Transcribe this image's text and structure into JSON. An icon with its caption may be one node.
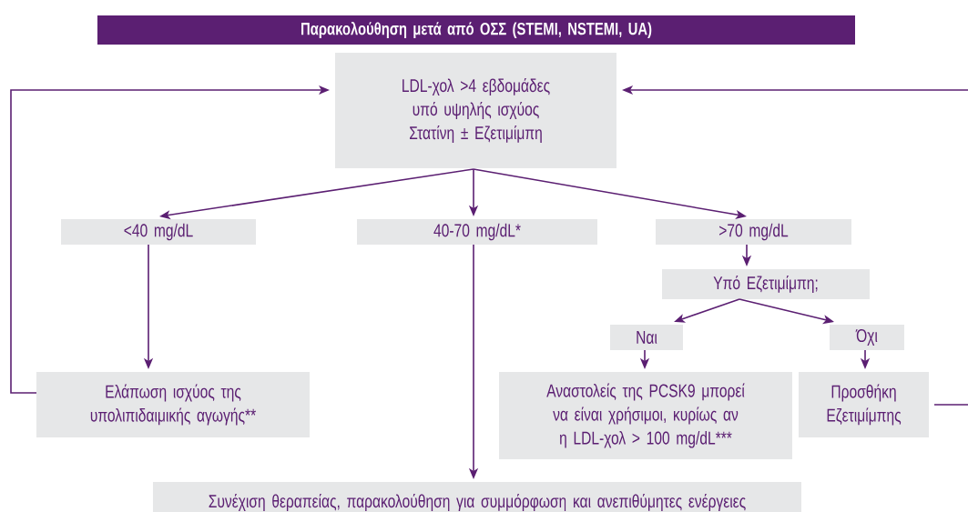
{
  "diagram": {
    "nodes": [
      {
        "text": [
          "Παρακολούθηση μετά από ΟΣΣ (STEMI, NSTEMI, UA)"
        ]
      },
      {
        "text": [
          "LDL-χολ >4 εβδομάδες υπό υψηλής ισχύος Στατίνη ± Εζετιμίμπη"
        ]
      },
      {
        "text": [
          "<40 mg/dL"
        ]
      },
      {
        "text": [
          "40-70 mg/dL*"
        ]
      },
      {
        "text": [
          ">70 mg/dL"
        ]
      },
      {
        "text": [
          "Υπό Εζετιμίμπη;"
        ]
      },
      {
        "text": [
          "Ναι"
        ]
      },
      {
        "text": [
          "Όχι"
        ]
      },
      {
        "text": [
          "Ελάπωση ισχύος της υπολιπιδαιμικής αγωγής**"
        ]
      },
      {
        "text": [
          "Αναστολείς της PCSK9 μπορεί να είναι χρήσιμοι, κυρίως αν η LDL-χολ > 100 mg/dL***"
        ]
      },
      {
        "text": [
          "Προσθήκη Εζετιμίμπης"
        ]
      },
      {
        "text": [
          "Συνέχιση θεραπείας, παρακολούθηση για συμμόρφωση και ανεπιθύμητες ενέργειες"
        ]
      }
    ],
    "edges": [
      {
        "from": 1,
        "to": 2,
        "arrow": "to"
      },
      {
        "from": 1,
        "to": 3,
        "arrow": "to"
      },
      {
        "from": 1,
        "to": 4,
        "arrow": "to"
      },
      {
        "from": 2,
        "to": 8,
        "arrow": "to"
      },
      {
        "from": 3,
        "to": 11,
        "arrow": "to"
      },
      {
        "from": 4,
        "to": 5,
        "arrow": "to"
      },
      {
        "from": 5,
        "to": 6,
        "arrow": "to"
      },
      {
        "from": 5,
        "to": 7,
        "arrow": "to"
      },
      {
        "from": 6,
        "to": 9,
        "arrow": "to"
      },
      {
        "from": 7,
        "to": 10,
        "arrow": "to"
      },
      {
        "from": 8,
        "to": 1,
        "arrow": "to"
      },
      {
        "from": 10,
        "to": null,
        "arrow": "none"
      },
      {
        "from": null,
        "to": 1,
        "arrow": "to"
      }
    ]
  }
}
